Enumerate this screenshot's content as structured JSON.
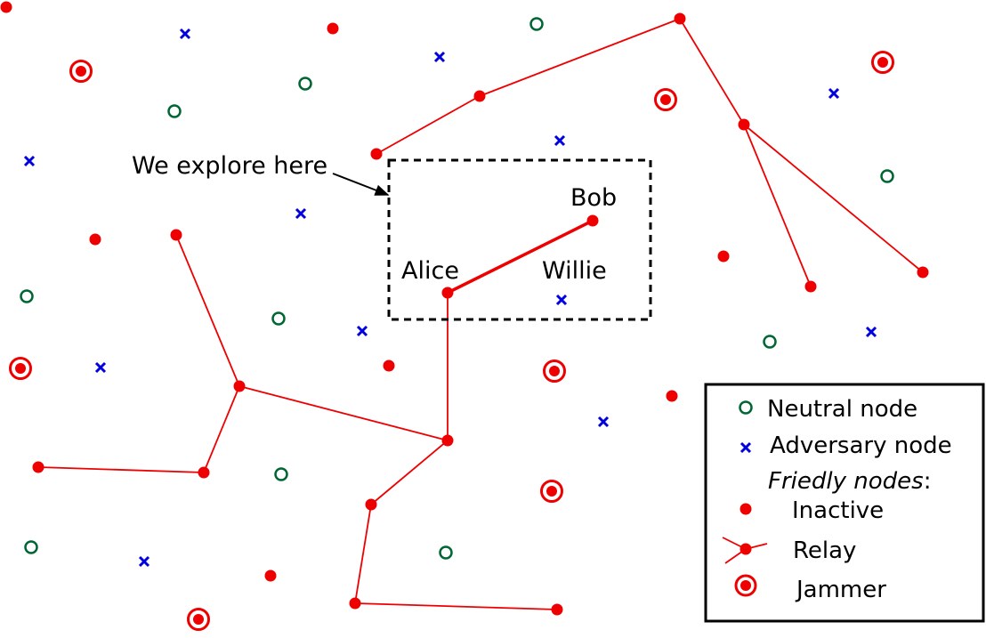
{
  "colors": {
    "friendly": "#ee0000",
    "neutral": "#006633",
    "adversary": "#0000dd",
    "frame": "#000000"
  },
  "labels": {
    "explore_note": "We explore here",
    "alice": "Alice",
    "bob": "Bob",
    "willie": "Willie"
  },
  "legend": {
    "neutral": "Neutral node",
    "adversary": "Adversary node",
    "friendly_heading": "Friedly nodes",
    "friendly_colon": ":",
    "inactive": "Inactive",
    "relay": "Relay",
    "jammer": "Jammer"
  }
}
